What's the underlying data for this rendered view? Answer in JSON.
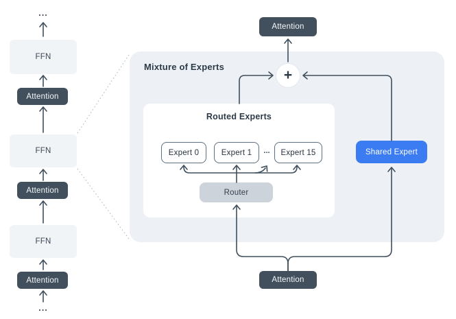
{
  "colors": {
    "accent_blue": "#3B7CF2",
    "dark_slate": "#42505E",
    "panel_bg": "#EDF1F5",
    "ffn_bg": "#F1F4F7",
    "router_bg": "#CCD3DA",
    "line": "#3F4E5C",
    "expert_border": "#5C6E7F",
    "text_dark": "#2C3A48",
    "dotted_line": "#B3BCC6"
  },
  "left_stack": {
    "ellipsis_top": "...",
    "ellipsis_bottom": "...",
    "blocks": [
      {
        "label": "FFN"
      },
      {
        "label": "Attention"
      },
      {
        "label": "FFN"
      },
      {
        "label": "Attention"
      },
      {
        "label": "FFN"
      },
      {
        "label": "Attention"
      }
    ]
  },
  "moe": {
    "title": "Mixture of Experts",
    "attention_top": "Attention",
    "plus": "+",
    "routed": {
      "title": "Routed Experts",
      "experts": [
        {
          "label": "Expert 0"
        },
        {
          "label": "Expert 1"
        },
        {
          "label": "Expert 15"
        }
      ],
      "ellipsis": "...",
      "router": "Router"
    },
    "shared_expert": "Shared Expert",
    "attention_bottom": "Attention"
  }
}
